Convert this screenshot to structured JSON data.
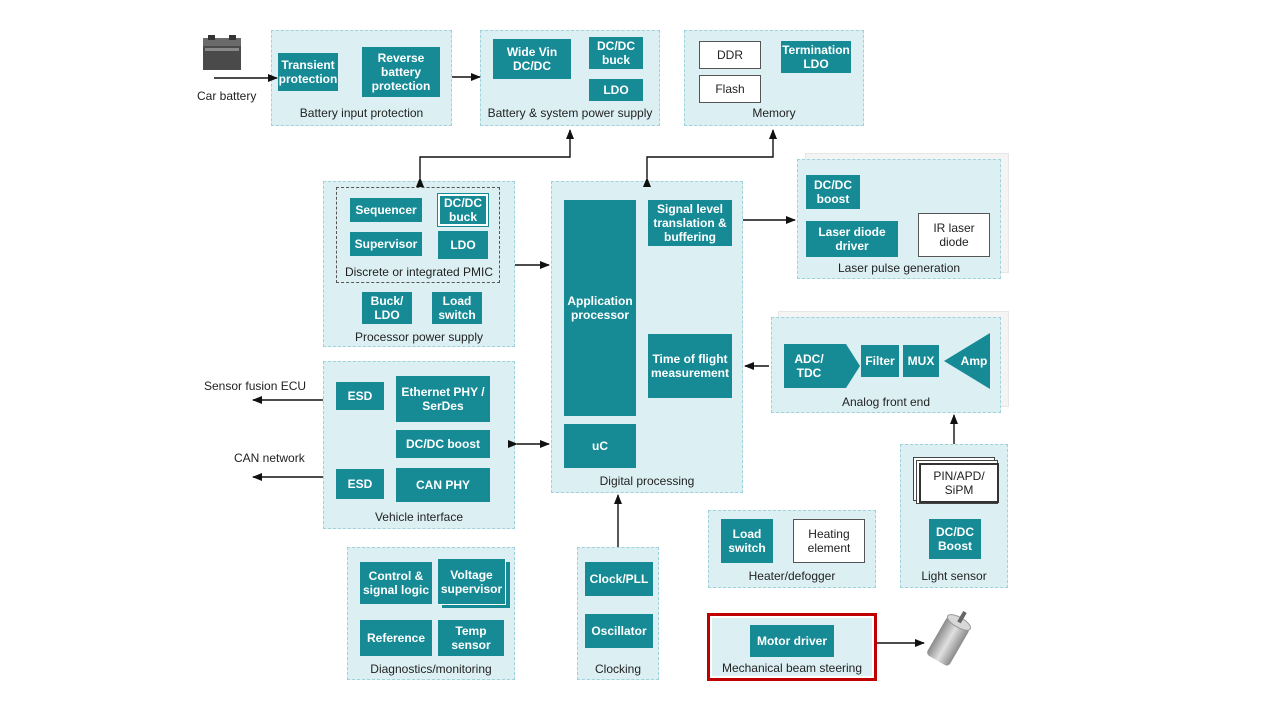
{
  "battery_input": {
    "label": "Battery input protection",
    "transient": "Transient\nprotection",
    "reverse": "Reverse\nbattery\nprotection"
  },
  "car_battery": "Car battery",
  "power_supply": {
    "label": "Battery & system power supply",
    "widevin": "Wide Vin\nDC/DC",
    "buck": "DC/DC\nbuck",
    "ldo": "LDO"
  },
  "memory": {
    "label": "Memory",
    "ddr": "DDR",
    "flash": "Flash",
    "term": "Termination\nLDO"
  },
  "pmic": {
    "label": "Discrete or integrated PMIC",
    "sequencer": "Sequencer",
    "buck": "DC/DC\nbuck",
    "supervisor": "Supervisor",
    "ldo": "LDO"
  },
  "processor_power": {
    "label": "Processor power supply",
    "buckldo": "Buck/\nLDO",
    "loadswitch": "Load\nswitch"
  },
  "digital": {
    "label": "Digital processing",
    "app": "Application\nprocessor",
    "signal": "Signal level\ntranslation &\nbuffering",
    "tof": "Time of flight\nmeasurement",
    "uc": "uC"
  },
  "laser": {
    "label": "Laser pulse generation",
    "boost": "DC/DC\nboost",
    "driver": "Laser diode\ndriver",
    "ir": "IR laser\ndiode"
  },
  "afe": {
    "label": "Analog front end",
    "adc": "ADC/\nTDC",
    "filter": "Filter",
    "mux": "MUX",
    "amp": "Amp"
  },
  "vehicle": {
    "label": "Vehicle interface",
    "esd1": "ESD",
    "eth": "Ethernet PHY /\nSerDes",
    "boost": "DC/DC boost",
    "esd2": "ESD",
    "can": "CAN PHY"
  },
  "outputs": {
    "sensor_fusion": "Sensor fusion ECU",
    "can_network": "CAN network"
  },
  "diagnostics": {
    "label": "Diagnostics/monitoring",
    "control": "Control &\nsignal logic",
    "vsup": "Voltage\nsupervisor",
    "ref": "Reference",
    "temp": "Temp\nsensor"
  },
  "clocking": {
    "label": "Clocking",
    "pll": "Clock/PLL",
    "osc": "Oscillator"
  },
  "heater": {
    "label": "Heater/defogger",
    "load": "Load\nswitch",
    "elem": "Heating\nelement"
  },
  "light": {
    "label": "Light sensor",
    "pin": "PIN/APD/\nSiPM",
    "boost": "DC/DC\nBoost"
  },
  "beam": {
    "label": "Mechanical beam steering",
    "motor": "Motor driver"
  },
  "colors": {
    "block": "#168b96",
    "group": "#dcf0f4",
    "highlight": "#c00000"
  }
}
